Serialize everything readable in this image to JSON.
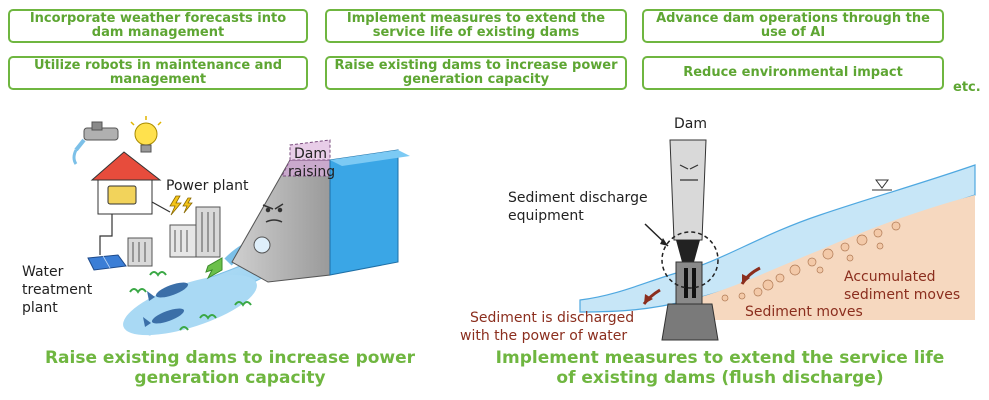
{
  "boxes": [
    "Incorporate weather forecasts into dam management",
    "Implement measures to extend the service life of existing dams",
    "Advance dam operations through the use of AI",
    "Utilize robots in maintenance and management",
    "Raise existing dams to increase power generation capacity",
    "Reduce environmental impact"
  ],
  "etc": "etc.",
  "left_diagram": {
    "dam_raising": [
      "Dam",
      "raising"
    ],
    "power_plant": "Power plant",
    "water_treatment": [
      "Water",
      "treatment",
      "plant"
    ]
  },
  "right_diagram": {
    "dam": "Dam",
    "equipment": [
      "Sediment discharge",
      "equipment"
    ],
    "accumulated": [
      "Accumulated",
      "sediment moves"
    ],
    "sediment_moves": "Sediment moves",
    "discharged": [
      "Sediment is discharged",
      "with the power of water"
    ]
  },
  "captions": {
    "left": [
      "Raise existing dams to increase power",
      "generation capacity"
    ],
    "right": [
      "Implement measures to extend the service life",
      "of existing dams (flush discharge)"
    ]
  },
  "colors": {
    "accent": "#6fb640",
    "water": "#4fa8e0",
    "dam_concrete": "#8a8a8a",
    "sediment_text": "#8b2e1e"
  },
  "icons": [
    "faucet-icon",
    "light-bulb-icon",
    "house-icon",
    "solar-panel-icon",
    "lightning-icon",
    "fish-icon",
    "arrow-icon"
  ]
}
